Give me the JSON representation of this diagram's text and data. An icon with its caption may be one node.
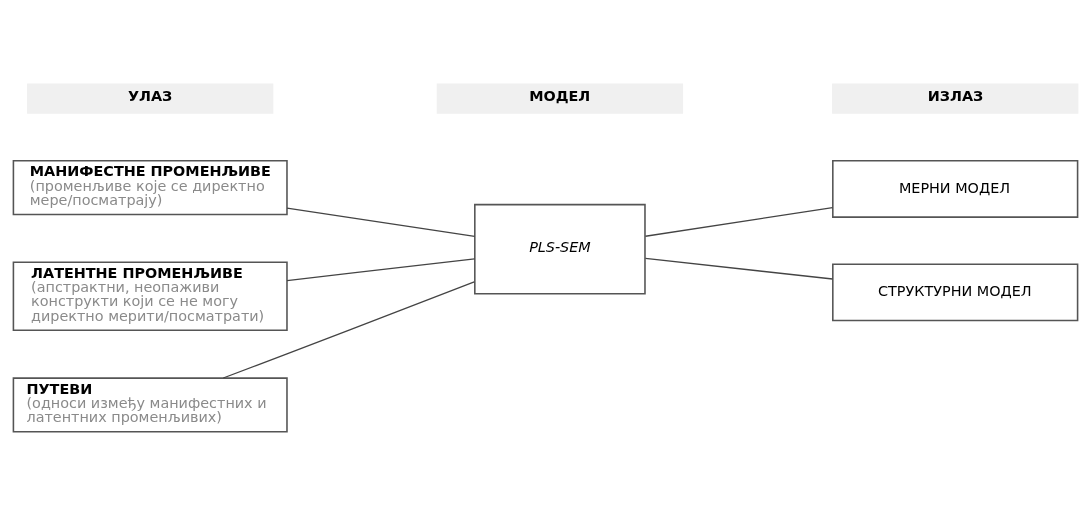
{
  "diagram": {
    "nodes": [
      {
        "text": [
          "УЛАЗ"
        ]
      },
      {
        "text": [
          "МОДЕЛ"
        ]
      },
      {
        "text": [
          "ИЗЛАЗ"
        ]
      },
      {
        "text": [
          "МАНИФЕСТНЕ ПРОМЕНЉИВЕ",
          "(променљиве које се директно мере/посматрају)"
        ]
      },
      {
        "text": [
          "ЛАТЕНТНЕ ПРОМЕНЉИВЕ",
          "(апстрактни, неопаживи конструкти који се не могу директно мерити/посматрати)"
        ]
      },
      {
        "text": [
          "ПУТЕВИ",
          "(односи између манифестних и латентних променљивих)"
        ]
      },
      {
        "text": [
          "PLS-SEM"
        ]
      },
      {
        "text": [
          "МЕРНИ МОДЕЛ"
        ]
      },
      {
        "text": [
          "СТРУКТУРНИ МОДЕЛ"
        ]
      }
    ],
    "edges": [
      {
        "from": 3,
        "to": 6,
        "arrow": "none"
      },
      {
        "from": 4,
        "to": 6,
        "arrow": "none"
      },
      {
        "from": 5,
        "to": 6,
        "arrow": "none"
      },
      {
        "from": 6,
        "to": 7,
        "arrow": "none"
      },
      {
        "from": 6,
        "to": 8,
        "arrow": "none"
      }
    ]
  }
}
